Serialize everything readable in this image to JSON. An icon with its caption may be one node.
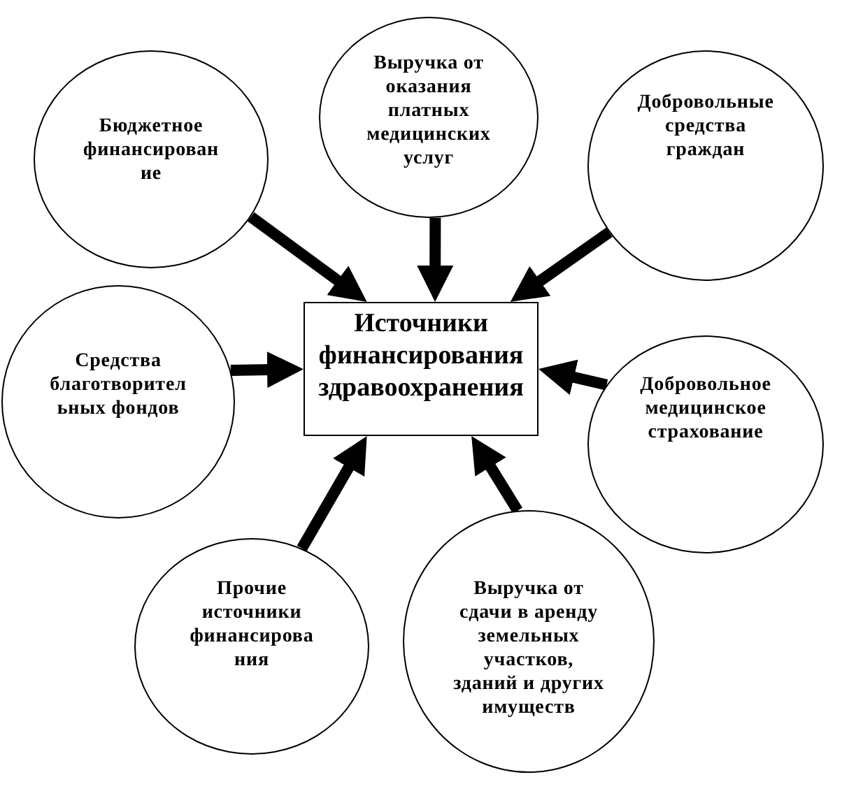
{
  "diagram": {
    "nodes": [
      {
        "text": [
          "Бюджетное финансирован ие"
        ]
      },
      {
        "text": [
          "Выручка от оказания платных медицинских услуг"
        ]
      },
      {
        "text": [
          "Добровольные средства граждан"
        ]
      },
      {
        "text": [
          "Средства благотворител ьных фондов"
        ]
      },
      {
        "text": [
          "Источники финансирования здравоохранения"
        ]
      },
      {
        "text": [
          "Добровольное медицинское страхование"
        ]
      },
      {
        "text": [
          "Прочие источники финансирова ния"
        ]
      },
      {
        "text": [
          "Выручка от сдачи в аренду земельных участков, зданий и других имуществ"
        ]
      }
    ],
    "edges": [
      {
        "from": 0,
        "to": 4,
        "arrow": "to"
      },
      {
        "from": 1,
        "to": 4,
        "arrow": "to"
      },
      {
        "from": 2,
        "to": 4,
        "arrow": "to"
      },
      {
        "from": 3,
        "to": 4,
        "arrow": "to"
      },
      {
        "from": 5,
        "to": 4,
        "arrow": "to"
      },
      {
        "from": 6,
        "to": 4,
        "arrow": "to"
      },
      {
        "from": 7,
        "to": 4,
        "arrow": "to"
      }
    ]
  }
}
